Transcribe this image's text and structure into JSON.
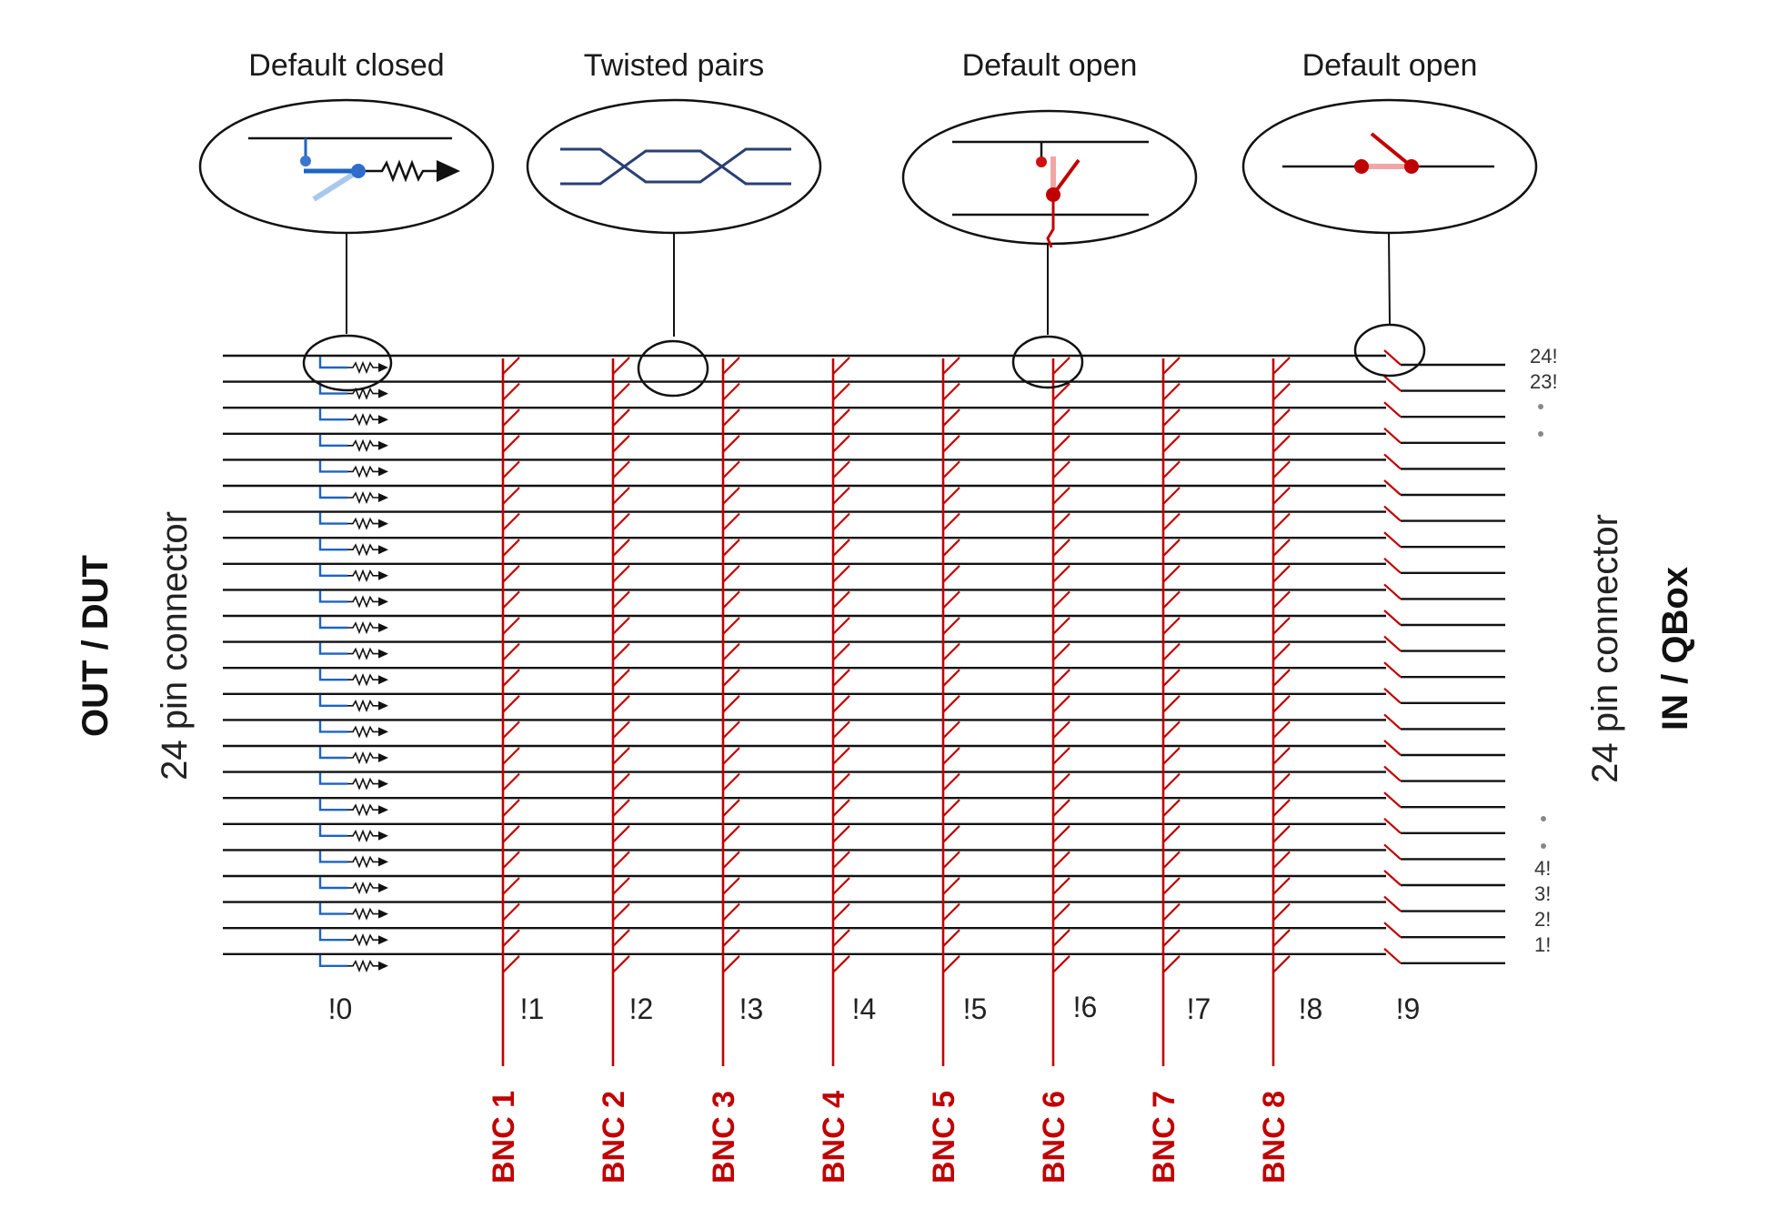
{
  "callouts": [
    {
      "label": "Default closed",
      "kind": "resistor-switch"
    },
    {
      "label": "Twisted pairs",
      "kind": "twisted-pair"
    },
    {
      "label": "Default open",
      "kind": "bnc-switch"
    },
    {
      "label": "Default open",
      "kind": "line-switch"
    }
  ],
  "left_side": {
    "bold": "OUT / DUT",
    "normal": "24 pin connector"
  },
  "right_side": {
    "bold": "IN / QBox",
    "normal": "24 pin connector"
  },
  "column_labels": [
    "!0",
    "!1",
    "!2",
    "!3",
    "!4",
    "!5",
    "!6",
    "!7",
    "!8",
    "!9"
  ],
  "bnc_labels": [
    "BNC 1",
    "BNC 2",
    "BNC 3",
    "BNC 4",
    "BNC 5",
    "BNC 6",
    "BNC 7",
    "BNC 8"
  ],
  "pin_labels_top": [
    "24!",
    "23!"
  ],
  "pin_labels_bottom": [
    "4!",
    "3!",
    "2!",
    "1!"
  ],
  "line_count": 24,
  "colors": {
    "line": "#111111",
    "bnc": "#c00000",
    "resistor_blue": "#1f64c0",
    "light_blue": "#a9c8ee",
    "light_red": "#f1a6a6",
    "twisted": "#2b3f73"
  }
}
